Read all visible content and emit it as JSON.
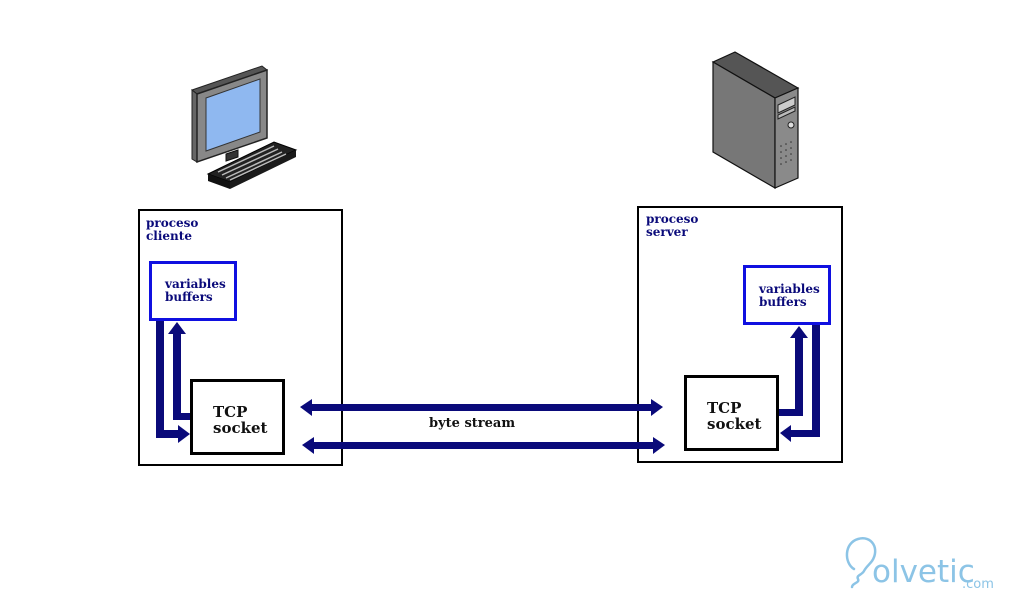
{
  "diagram": {
    "client": {
      "icon": "desktop-computer-icon",
      "process_label": "proceso\ncliente",
      "vars_label": "variables\nbuffers",
      "socket_label": "TCP\nsocket"
    },
    "server": {
      "icon": "server-tower-icon",
      "process_label": "proceso\nserver",
      "vars_label": "variables\nbuffers",
      "socket_label": "TCP\nsocket"
    },
    "connection": {
      "label": "byte stream"
    },
    "colors": {
      "arrow": "#0a0a7a",
      "vars_border": "#1010e0",
      "text_blue": "#0a0a7a",
      "screen": "#8fb8f0",
      "logo": "#8cc4e6"
    }
  },
  "watermark": {
    "brand": "olvetic",
    "suffix": ".com"
  }
}
